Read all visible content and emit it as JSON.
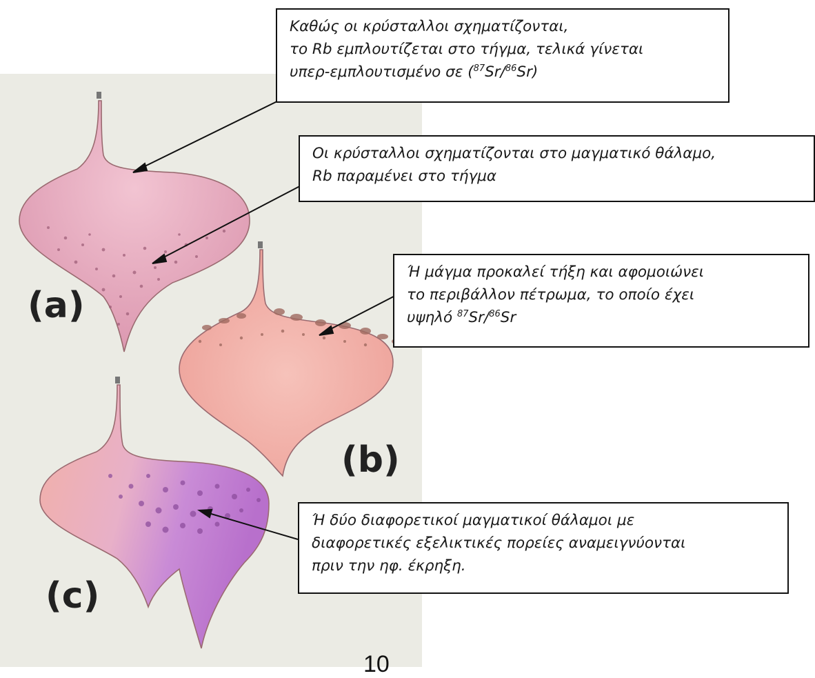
{
  "callouts": {
    "a": {
      "line1": "Καθώς οι κρύσταλλοι σχηματίζονται,",
      "line2": "το Rb εμπλουτίζεται στο τήγμα, τελικά γίνεται",
      "line3_pre": "υπερ-εμπλουτισμένο σε (",
      "sup1": "87",
      "mid": "Sr/",
      "sup2": "86",
      "line3_post": "Sr)"
    },
    "b": {
      "line1": "Οι κρύσταλλοι σχηματίζονται στο μαγματικό θάλαμο,",
      "line2": "Rb παραμένει στο τήγμα"
    },
    "c": {
      "line1": "Ή μάγμα προκαλεί τήξη και αφομοιώνει",
      "line2": "το περιβάλλον πέτρωμα, το οποίο έχει",
      "line3_pre": "υψηλό ",
      "sup1": "87",
      "mid": "Sr/",
      "sup2": "86",
      "line3_post": "Sr"
    },
    "d": {
      "line1": "Ή δύο διαφορετικοί μαγματικοί θάλαμοι με",
      "line2": "διαφορετικές εξελικτικές πορείες αναμειγνύονται",
      "line3": "πριν την ηφ. έκρηξη."
    }
  },
  "labels": {
    "a": "(a)",
    "b": "(b)",
    "c": "(c)"
  },
  "page_number": "10",
  "colors": {
    "chamber_a": "#e4a4b8",
    "chamber_b": "#f0aaa2",
    "chamber_c_left": "#f0aca4",
    "chamber_c_right": "#c77ed8",
    "panel_bg": "#ebebe4"
  }
}
